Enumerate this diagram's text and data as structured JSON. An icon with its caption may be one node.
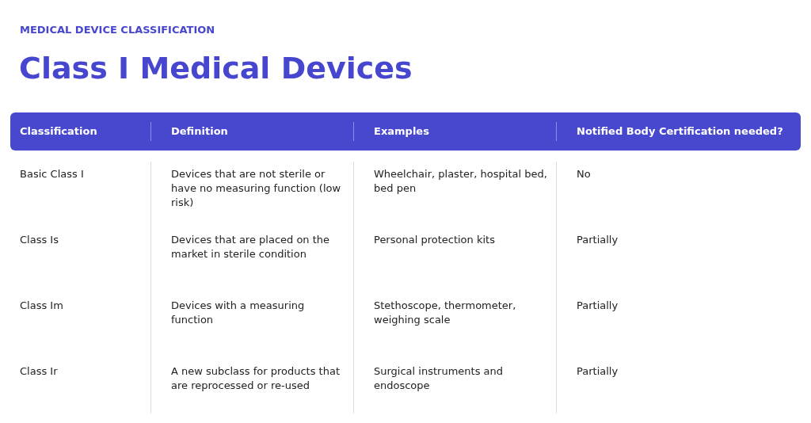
{
  "diagram": {
    "title": "Class I Medical Devices",
    "labels": [
      "MEDICAL DEVICE CLASSIFICATION",
      "Classification",
      "Definition",
      "Examples",
      "Notified Body Certification needed?",
      "Basic Class I",
      "Devices that are not sterile or have no measuring function (low risk)",
      "Wheelchair, plaster, hospital bed, bed pen",
      "No",
      "Class Is",
      "Devices that are placed on the market in sterile condition",
      "Personal protection kits",
      "Partially",
      "Class Im",
      "Devices with a measuring function",
      "Stethoscope, thermometer, weighing scale",
      "Partially",
      "Class Ir",
      "A new subclass for products that are reprocessed or re-used",
      "Surgical instruments and endoscope",
      "Partially"
    ]
  }
}
